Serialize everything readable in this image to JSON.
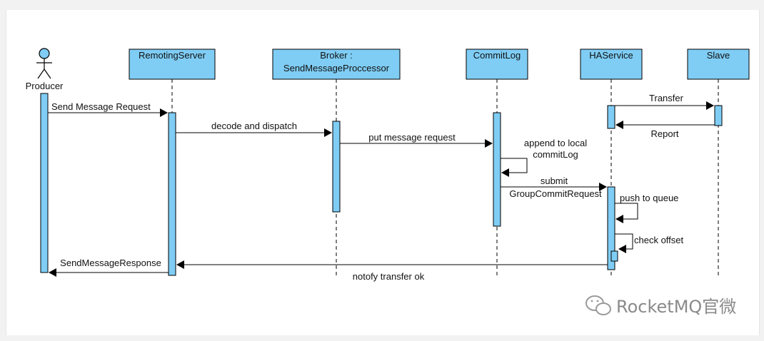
{
  "participants": {
    "producer": "Producer",
    "remoting_server": "RemotingServer",
    "broker_line1": "Broker :",
    "broker_line2": "SendMessageProccessor",
    "commit_log": "CommitLog",
    "ha_service": "HAService",
    "slave": "Slave"
  },
  "messages": {
    "send_message_request": "Send Message Request",
    "decode_and_dispatch": "decode and dispatch",
    "put_message_request": "put message request",
    "append_line1": "append to local",
    "append_line2": "commitLog",
    "submit_line1": "submit",
    "submit_line2": "GroupCommitRequest",
    "push_to_queue": "push to queue",
    "check_offset": "check offset",
    "transfer": "Transfer",
    "report": "Report",
    "send_message_response": "SendMessageResponse",
    "notofy_transfer_ok": "notofy transfer ok"
  },
  "watermark": "RocketMQ官微",
  "colors": {
    "box_fill": "#7fcdf5",
    "line": "#000000",
    "background": "#ffffff"
  }
}
